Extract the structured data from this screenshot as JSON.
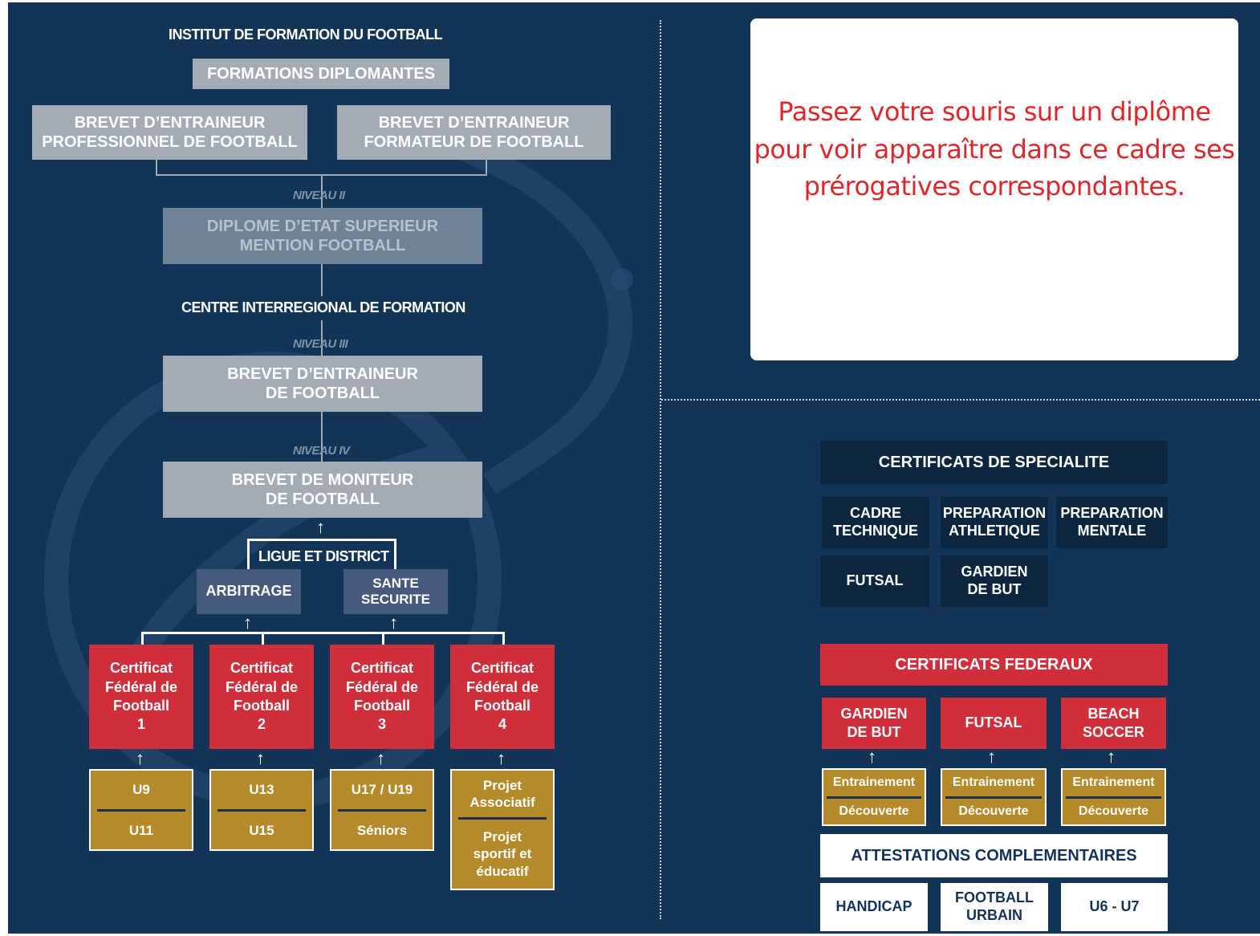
{
  "institut": {
    "title": "INSTITUT DE FORMATION DU FOOTBALL",
    "formations": "FORMATIONS DIPLOMANTES",
    "bepf": "BREVET D’ENTRAINEUR\nPROFESSIONNEL DE FOOTBALL",
    "beff": "BREVET D’ENTRAINEUR\nFORMATEUR  DE FOOTBALL"
  },
  "niveau2": "NIVEAU II",
  "desjeps": "DIPLOME D’ETAT SUPERIEUR\nMENTION FOOTBALL",
  "centre": "CENTRE INTERREGIONAL DE FORMATION",
  "niveau3": "NIVEAU III",
  "bef": "BREVET D’ENTRAINEUR\nDE FOOTBALL",
  "niveau4": "NIVEAU IV",
  "bmf": "BREVET DE MONITEUR\nDE FOOTBALL",
  "ligue": "LIGUE ET DISTRICT",
  "arbitrage": "ARBITRAGE",
  "sante": "SANTE\nSECURITE",
  "cff": [
    {
      "label": "Certificat\nFédéral de\nFootball\n1",
      "top": "U9",
      "bottom": "U11"
    },
    {
      "label": "Certificat\nFédéral de\nFootball\n2",
      "top": "U13",
      "bottom": "U15"
    },
    {
      "label": "Certificat\nFédéral de\nFootball\n3",
      "top": "U17 / U19",
      "bottom": "Séniors"
    },
    {
      "label": "Certificat\nFédéral de\nFootball\n4",
      "top": "Projet\nAssociatif",
      "bottom": "Projet\nsportif et\néducatif"
    }
  ],
  "info_box": {
    "text": "Passez votre souris sur un diplôme\npour voir apparaître dans ce cadre ses\nprérogatives correspondantes.",
    "text_color": "#e0262b"
  },
  "specialite": {
    "title": "CERTIFICATS DE SPECIALITE",
    "items": [
      "CADRE\nTECHNIQUE",
      "PREPARATION\nATHLETIQUE",
      "PREPARATION\nMENTALE",
      "FUTSAL",
      "GARDIEN\nDE BUT"
    ]
  },
  "federaux": {
    "title": "CERTIFICATS FEDERAUX",
    "items": [
      {
        "label": "GARDIEN\nDE BUT",
        "top": "Entrainement",
        "bottom": "Découverte"
      },
      {
        "label": "FUTSAL",
        "top": "Entrainement",
        "bottom": "Découverte"
      },
      {
        "label": "BEACH\nSOCCER",
        "top": "Entrainement",
        "bottom": "Découverte"
      }
    ]
  },
  "attestations": {
    "title": "ATTESTATIONS COMPLEMENTAIRES",
    "items": [
      "HANDICAP",
      "FOOTBALL\nURBAIN",
      "U6 - U7"
    ]
  },
  "colors": {
    "background": "#123457",
    "grey_box": "#a3acb5",
    "red_box": "#d12e3c",
    "gold_box": "#b58a2a",
    "navy_box": "#0c2640"
  }
}
